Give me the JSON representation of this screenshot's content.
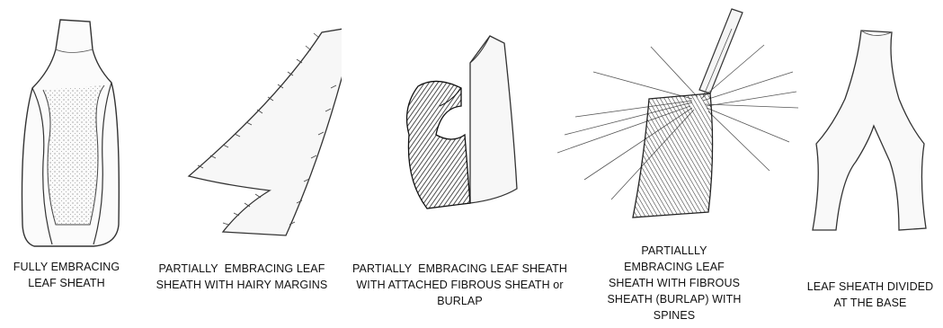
{
  "figure": {
    "panels": [
      {
        "id": "fully-embracing",
        "illustration": "fully-embracing-leaf-sheath-drawing",
        "caption": [
          "FULLY EMBRACING",
          "LEAF SHEATH"
        ]
      },
      {
        "id": "hairy-margins",
        "illustration": "hairy-margins-leaf-sheath-drawing",
        "caption": [
          "PARTIALLY  EMBRACING LEAF",
          "SHEATH WITH HAIRY MARGINS"
        ]
      },
      {
        "id": "fibrous-sheath",
        "illustration": "fibrous-sheath-burlap-drawing",
        "caption": [
          "PARTIALLY  EMBRACING LEAF SHEATH",
          "WITH ATTACHED FIBROUS SHEATH or",
          "BURLAP"
        ]
      },
      {
        "id": "burlap-spines",
        "illustration": "burlap-with-spines-drawing",
        "caption": [
          "PARTIALLLY",
          "EMBRACING LEAF",
          "SHEATH WITH FIBROUS",
          "SHEATH (BURLAP) WITH",
          "SPINES"
        ]
      },
      {
        "id": "divided-base",
        "illustration": "divided-base-leaf-sheath-drawing",
        "caption": [
          "LEAF SHEATH DIVIDED",
          "AT THE BASE"
        ]
      }
    ]
  }
}
